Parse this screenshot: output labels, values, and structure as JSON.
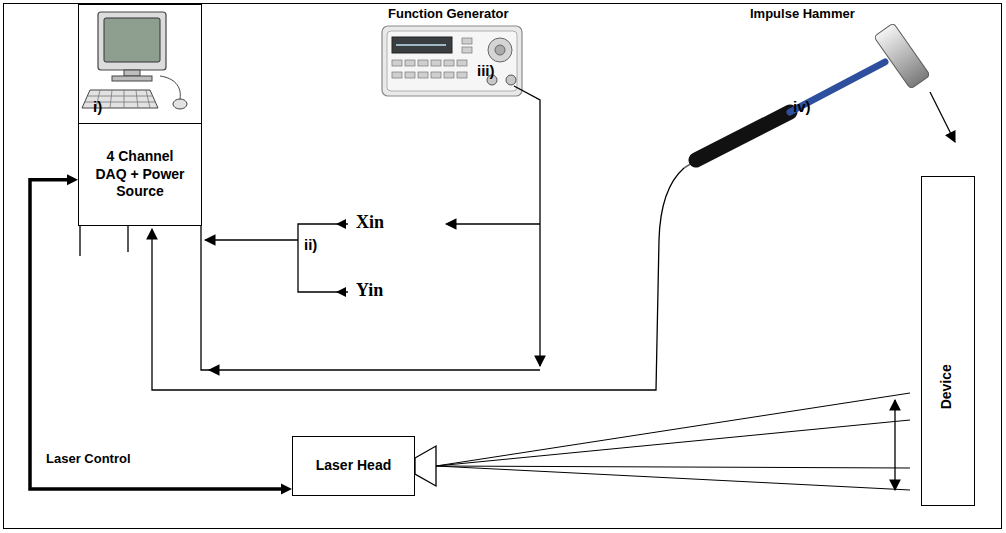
{
  "diagram": {
    "nodes": [
      {
        "text": [
          "i)"
        ]
      },
      {
        "text": [
          "4 Channel DAQ + Power Source"
        ]
      },
      {
        "text": [
          "Laser Head"
        ]
      },
      {
        "text": [
          "Device"
        ]
      }
    ],
    "edges": [
      {
        "from": 1,
        "to": 2,
        "arrow": "both",
        "label": "Laser Control"
      }
    ],
    "labels": [
      "Function Generator",
      "iii)",
      "Impulse Hammer",
      "iv)",
      "Xin",
      "ii)",
      "Yin"
    ]
  }
}
